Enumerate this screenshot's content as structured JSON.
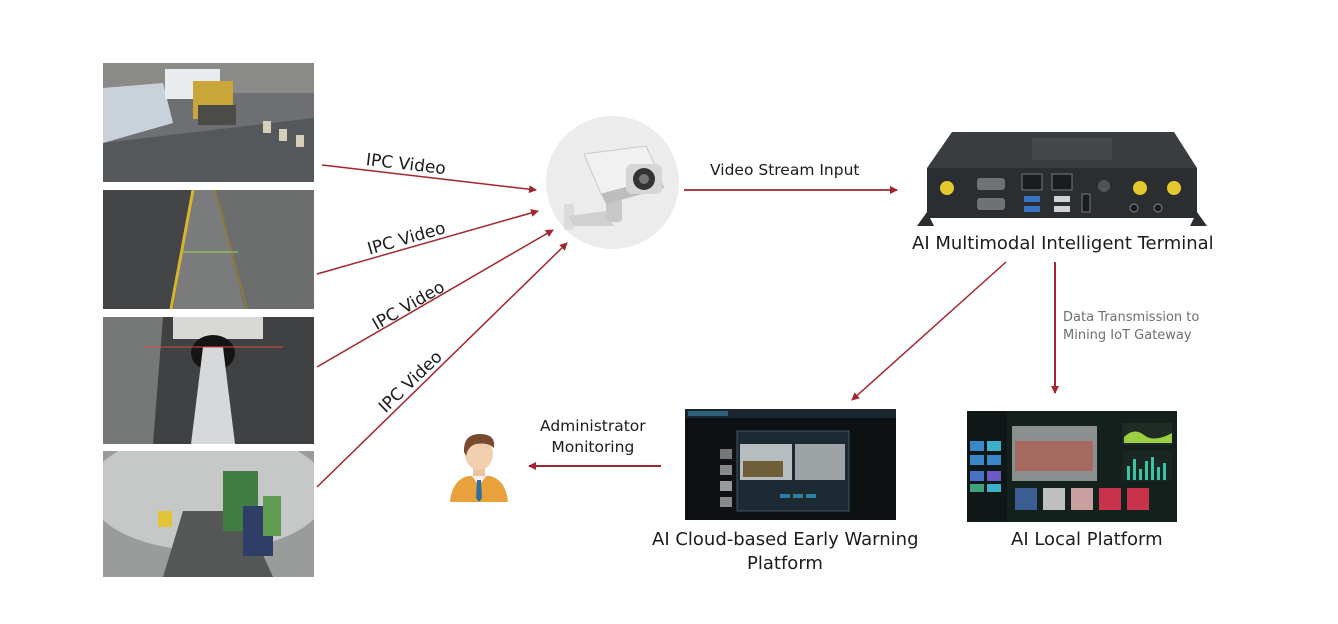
{
  "diagram": {
    "sources": [
      {
        "name": "open-pit-haul-truck-feed",
        "label": "IPC Video"
      },
      {
        "name": "conveyor-tunnel-feed",
        "label": "IPC Video"
      },
      {
        "name": "belt-conveyor-feed",
        "label": "IPC Video"
      },
      {
        "name": "underground-roadway-feed",
        "label": "IPC Video"
      }
    ],
    "camera": {
      "label": ""
    },
    "stream_label": "Video Stream Input",
    "terminal": {
      "label": "AI Multimodal Intelligent Terminal"
    },
    "gateway_label": {
      "line1": "Data Transmission to",
      "line2": "Mining IoT Gateway"
    },
    "cloud_platform": {
      "line1": "AI Cloud-based Early Warning",
      "line2": "Platform"
    },
    "local_platform": {
      "label": "AI Local Platform"
    },
    "admin_label": {
      "line1": "Administrator",
      "line2": "Monitoring"
    },
    "colors": {
      "arrow": "#a3252d",
      "camera_circle": "#ececec",
      "terminal_body": "#2b2e31",
      "admin_shirt": "#e9a23b"
    }
  }
}
